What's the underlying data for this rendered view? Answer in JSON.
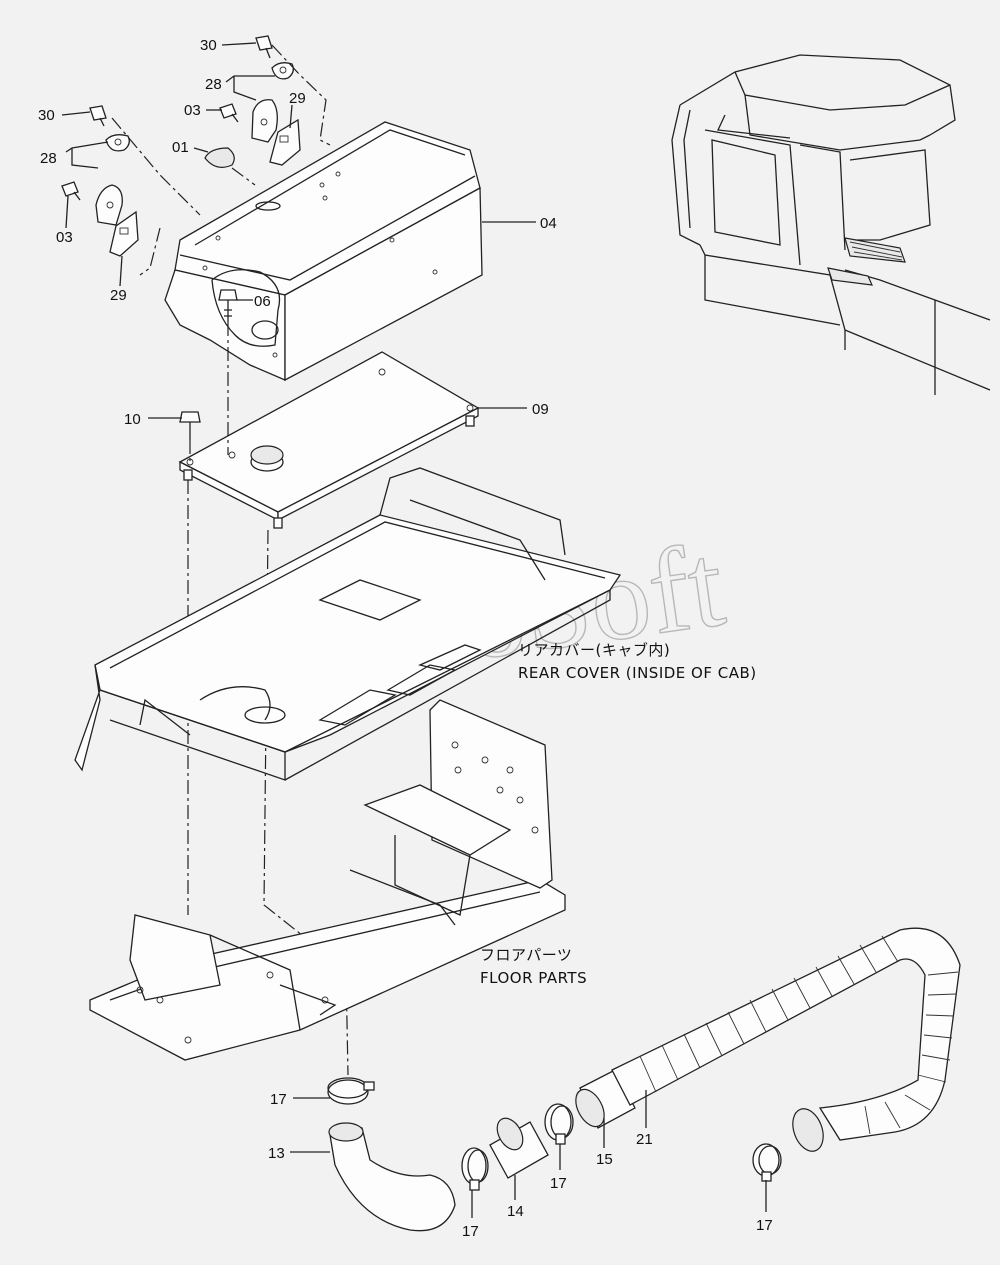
{
  "watermark": "AutoSoft",
  "callouts": {
    "c30a": "30",
    "c28a": "28",
    "c03a": "03",
    "c29a": "29",
    "c01": "01",
    "c30b": "30",
    "c28b": "28",
    "c03b": "03",
    "c29b": "29",
    "c04": "04",
    "c06": "06",
    "c10": "10",
    "c09": "09",
    "c17a": "17",
    "c13": "13",
    "c17b": "17",
    "c14": "14",
    "c17c": "17",
    "c15": "15",
    "c21": "21",
    "c17d": "17"
  },
  "captions": {
    "rear_cover_jp": "リアカバー(キャブ内)",
    "rear_cover_en": "REAR COVER (INSIDE OF CAB)",
    "floor_parts_jp": "フロアパーツ",
    "floor_parts_en": "FLOOR PARTS"
  }
}
